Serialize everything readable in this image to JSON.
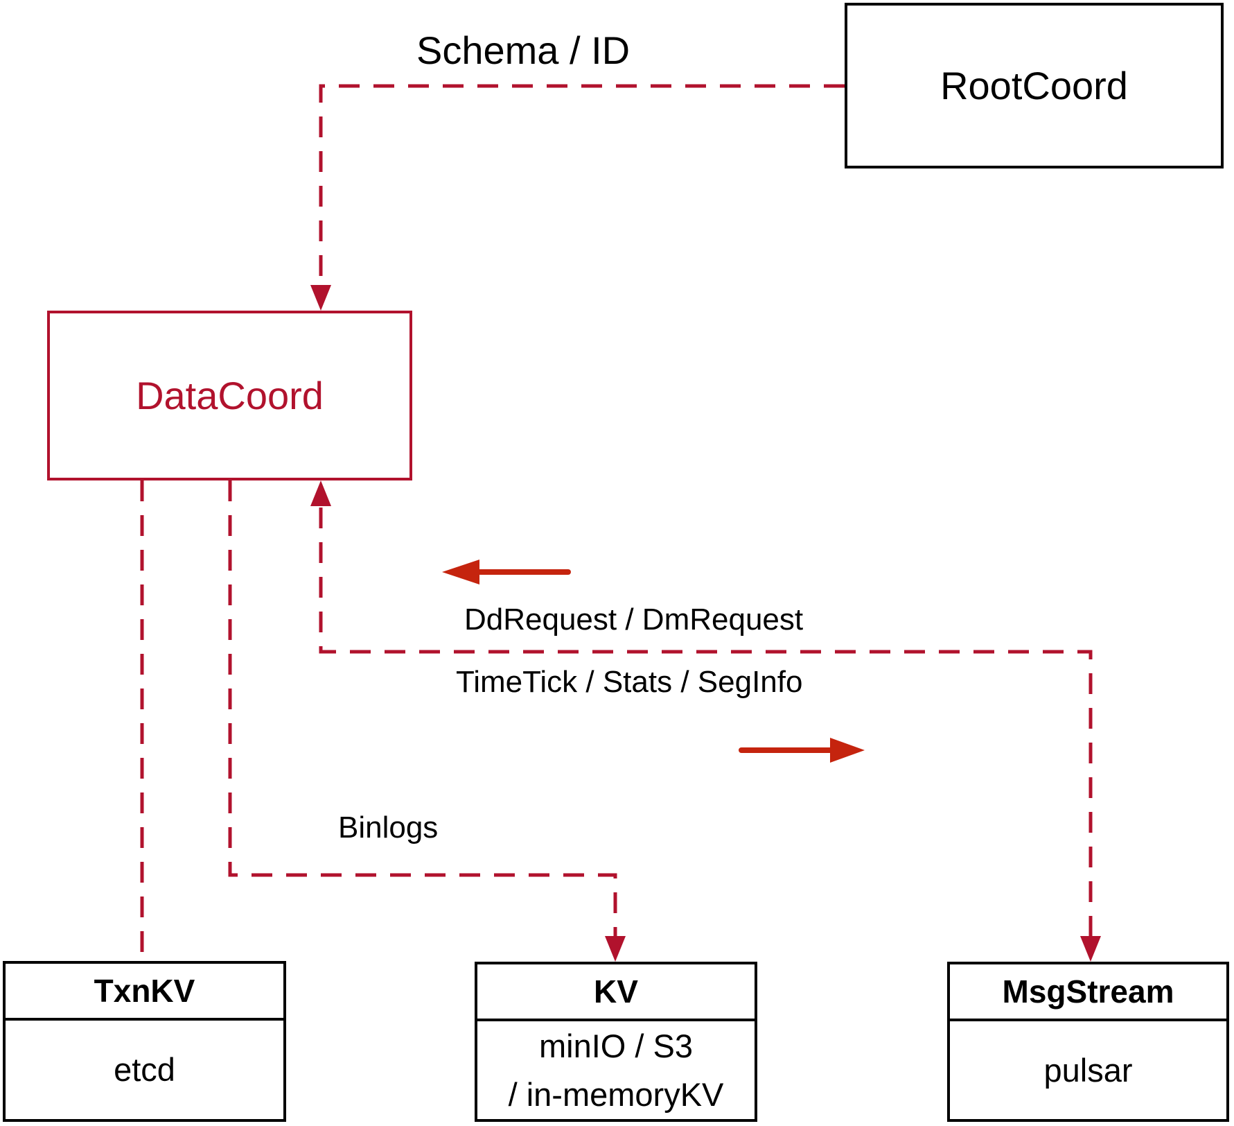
{
  "colors": {
    "line_red": "#b1122d",
    "arrow_red": "#c5240e",
    "text_black": "#000000"
  },
  "nodes": {
    "rootcoord": {
      "label": "RootCoord"
    },
    "datacoord": {
      "label": "DataCoord"
    },
    "txnkv": {
      "title": "TxnKV",
      "body": [
        "etcd"
      ]
    },
    "kv": {
      "title": "KV",
      "body": [
        "minIO / S3",
        "/ in-memoryKV"
      ]
    },
    "msgstream": {
      "title": "MsgStream",
      "body": [
        "pulsar"
      ]
    }
  },
  "edge_labels": {
    "schema_id": "Schema / ID",
    "dd_dm_request": "DdRequest / DmRequest",
    "timetick_stats_seginfo": "TimeTick / Stats / SegInfo",
    "binlogs": "Binlogs"
  }
}
